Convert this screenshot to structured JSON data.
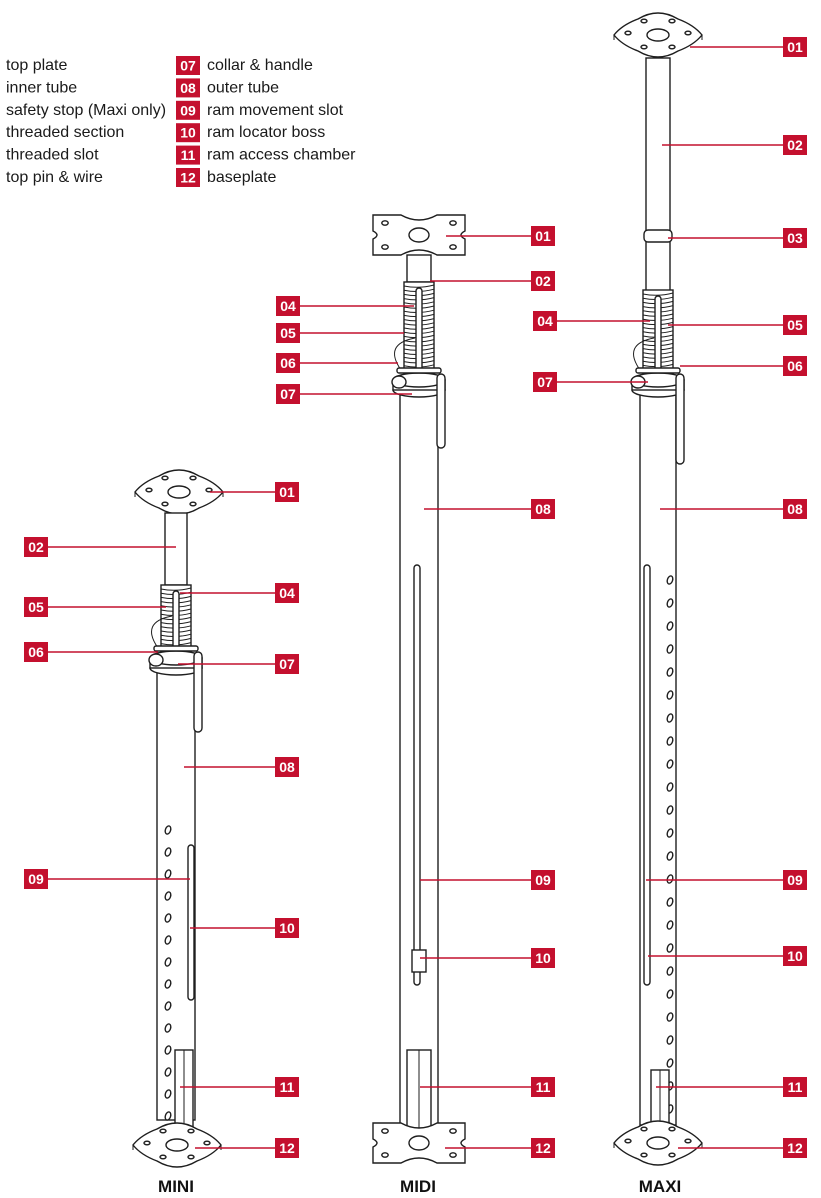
{
  "colors": {
    "badge": "#c4102e",
    "badge_text": "#ffffff",
    "line": "#c4102e",
    "drawing": "#1e1e1e"
  },
  "legend": {
    "parts": [
      {
        "number": "01",
        "label": "top plate"
      },
      {
        "number": "02",
        "label": "inner tube"
      },
      {
        "number": "03",
        "label": "safety stop (Maxi only)"
      },
      {
        "number": "04",
        "label": "threaded section"
      },
      {
        "number": "05",
        "label": "threaded slot"
      },
      {
        "number": "06",
        "label": "top pin & wire"
      },
      {
        "number": "07",
        "label": "collar & handle"
      },
      {
        "number": "08",
        "label": "outer tube"
      },
      {
        "number": "09",
        "label": "ram movement slot"
      },
      {
        "number": "10",
        "label": "ram locator boss"
      },
      {
        "number": "11",
        "label": "ram access chamber"
      },
      {
        "number": "12",
        "label": "baseplate"
      }
    ]
  },
  "variants": [
    {
      "name": "MINI",
      "callouts": [
        {
          "number": "01"
        },
        {
          "number": "02"
        },
        {
          "number": "04"
        },
        {
          "number": "05"
        },
        {
          "number": "06"
        },
        {
          "number": "07"
        },
        {
          "number": "08"
        },
        {
          "number": "09"
        },
        {
          "number": "10"
        },
        {
          "number": "11"
        },
        {
          "number": "12"
        }
      ]
    },
    {
      "name": "MIDI",
      "callouts": [
        {
          "number": "01"
        },
        {
          "number": "02"
        },
        {
          "number": "04"
        },
        {
          "number": "05"
        },
        {
          "number": "06"
        },
        {
          "number": "07"
        },
        {
          "number": "08"
        },
        {
          "number": "09"
        },
        {
          "number": "10"
        },
        {
          "number": "11"
        },
        {
          "number": "12"
        }
      ]
    },
    {
      "name": "MAXI",
      "callouts": [
        {
          "number": "01"
        },
        {
          "number": "02"
        },
        {
          "number": "03"
        },
        {
          "number": "04"
        },
        {
          "number": "05"
        },
        {
          "number": "06"
        },
        {
          "number": "07"
        },
        {
          "number": "08"
        },
        {
          "number": "09"
        },
        {
          "number": "10"
        },
        {
          "number": "11"
        },
        {
          "number": "12"
        }
      ]
    }
  ]
}
